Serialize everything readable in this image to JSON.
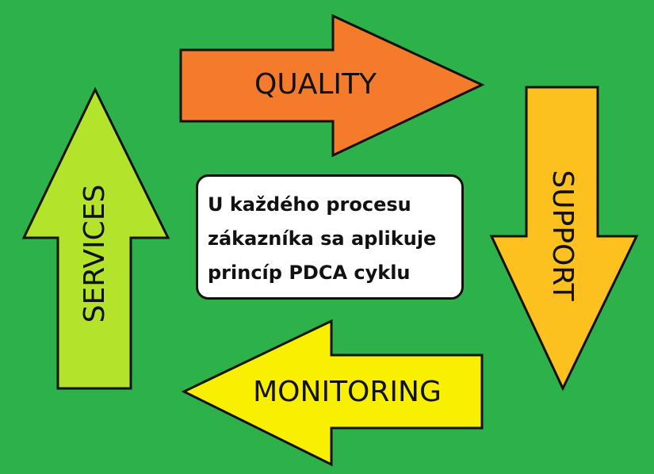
{
  "colors": {
    "background": "#2db24b",
    "quality": "#f47b2b",
    "support": "#fcc11e",
    "monitoring": "#f8f000",
    "services": "#b4e32b",
    "outline": "#111111",
    "box": "#ffffff"
  },
  "arrows": {
    "quality": {
      "label": "QUALITY",
      "direction": "right"
    },
    "support": {
      "label": "SUPPORT",
      "direction": "down"
    },
    "monitoring": {
      "label": "MONITORING",
      "direction": "left"
    },
    "services": {
      "label": "SERVICES",
      "direction": "up"
    }
  },
  "center": {
    "lines": [
      "U každého procesu",
      "zákazníka sa aplikuje",
      "princíp PDCA cyklu"
    ]
  }
}
